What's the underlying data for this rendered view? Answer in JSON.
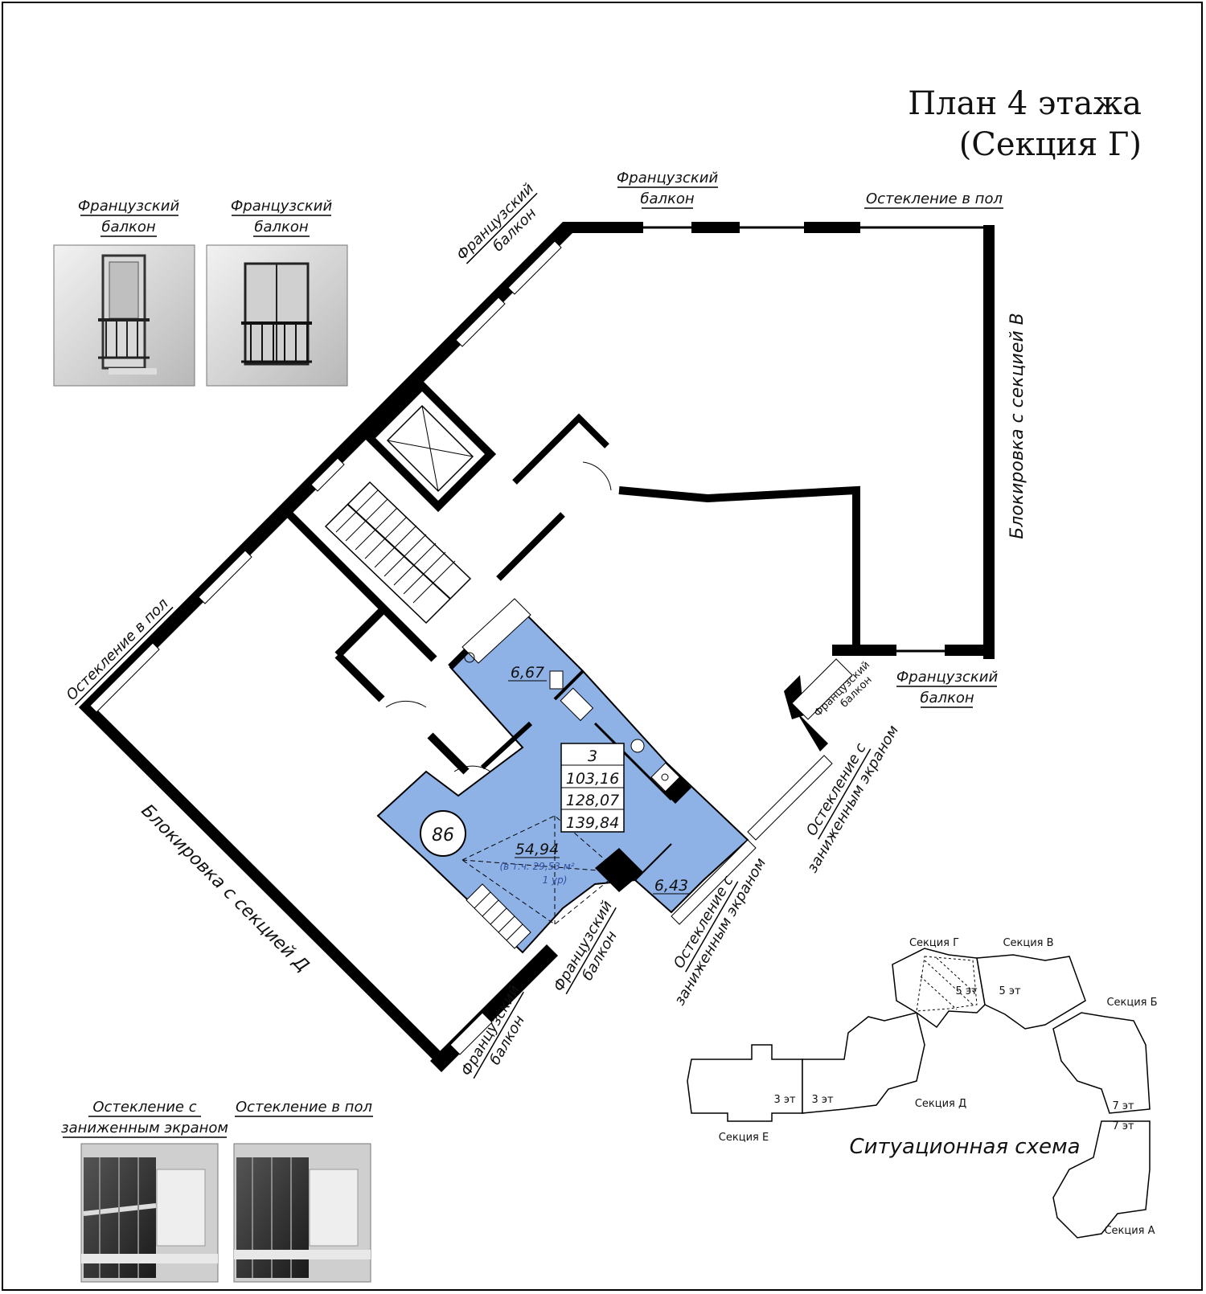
{
  "title": {
    "line1": "План 4 этажа",
    "line2": "(Секция Г)"
  },
  "labels": {
    "french_balcony_line1": "Французский",
    "french_balcony_line2": "балкон",
    "glazing_floor": "Остекление в пол",
    "glazing_low_line1": "Остекление с",
    "glazing_low_line2": "заниженным экраном",
    "block_v": "Блокировка с секцией В",
    "block_d": "Блокировка с секцией Д"
  },
  "apartment": {
    "number": "86",
    "rooms": "3",
    "area_living": "103,16",
    "area_total": "128,07",
    "area_total_balcony": "139,84",
    "room_main_area": "54,94",
    "room_main_note_line1": "(в т.ч. 29,53 м²",
    "room_main_note_line2": "1 ур)",
    "bathroom_area": "6,67",
    "loggia_area": "6,43"
  },
  "colors": {
    "apartment_fill": "#8fb2e6",
    "wall": "#000000",
    "background": "#ffffff"
  },
  "scheme": {
    "title": "Ситуационная схема",
    "sections": [
      "Секция А",
      "Секция Б",
      "Секция В",
      "Секция Г",
      "Секция Д",
      "Секция Е"
    ],
    "floors": {
      "g": "5 эт",
      "v": "5 эт",
      "b": "7 эт",
      "a": "7 эт",
      "d": "3 эт",
      "e": "3 эт"
    }
  },
  "icons": [
    "french-balcony-photo-1",
    "french-balcony-photo-2",
    "glazing-low-screen-photo",
    "glazing-floor-photo",
    "elevator-icon",
    "stairs-icon",
    "bathtub-icon",
    "toilet-icon",
    "stove-icon",
    "sink-icon"
  ]
}
